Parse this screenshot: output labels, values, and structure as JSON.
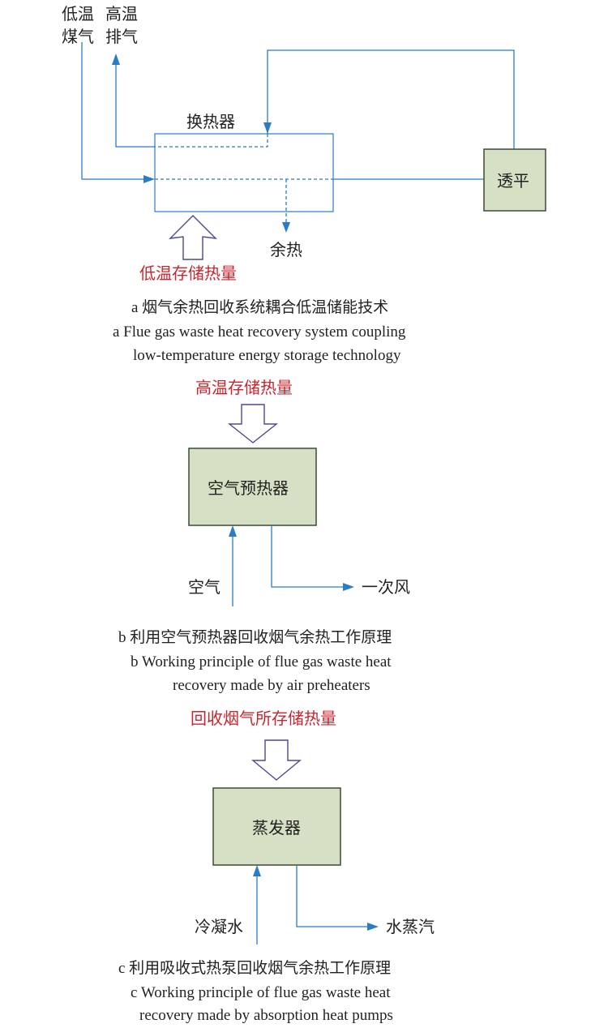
{
  "panel_a": {
    "low_temp_gas_line1": "低温",
    "low_temp_gas_line2": "煤气",
    "high_temp_exhaust_line1": "高温",
    "high_temp_exhaust_line2": "排气",
    "heat_exchanger": "换热器",
    "device": "透平",
    "waste_heat": "余热",
    "stored_heat": "低温存储热量",
    "caption_cn": "a  烟气余热回收系统耦合低温储能技术",
    "caption_en_line1": "a  Flue gas waste heat recovery system coupling",
    "caption_en_line2": "low-temperature energy storage technology"
  },
  "panel_b": {
    "stored_heat": "高温存储热量",
    "box": "空气预热器",
    "input": "空气",
    "output": "一次风",
    "caption_cn": "b  利用空气预热器回收烟气余热工作原理",
    "caption_en_line1": "b  Working principle of flue gas waste heat",
    "caption_en_line2": "recovery made by air preheaters"
  },
  "panel_c": {
    "stored_heat": "回收烟气所存储热量",
    "box": "蒸发器",
    "input": "冷凝水",
    "output": "水蒸汽",
    "caption_cn": "c  利用吸收式热泵回收烟气余热工作原理",
    "caption_en_line1": "c  Working principle of flue gas waste heat",
    "caption_en_line2": "recovery made by absorption heat pumps"
  },
  "colors": {
    "flow_line": "#2b7cc4",
    "box_fill": "#d6e0c4",
    "heat_label": "#c8262f",
    "big_arrow_outline": "#4a4a8c"
  }
}
